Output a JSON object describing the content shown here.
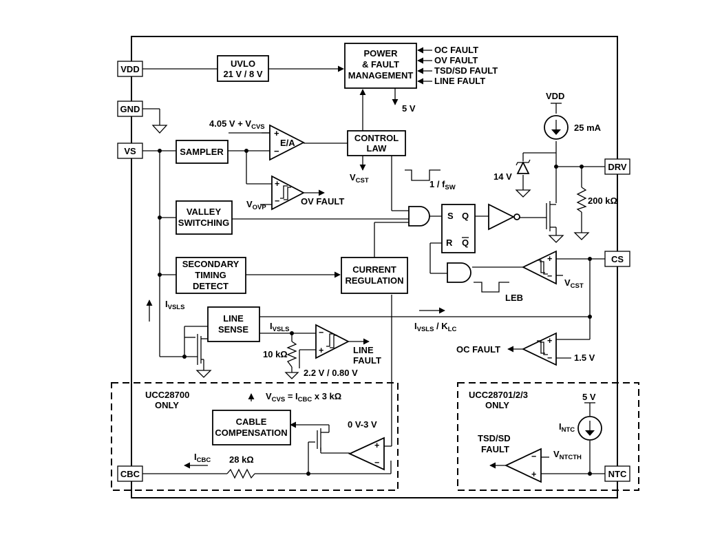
{
  "pins": {
    "vdd": "VDD",
    "gnd": "GND",
    "vs": "VS",
    "drv": "DRV",
    "cs": "CS",
    "cbc": "CBC",
    "ntc": "NTC"
  },
  "blocks": {
    "uvlo": [
      "UVLO",
      "21 V / 8 V"
    ],
    "power": [
      "POWER",
      "& FAULT",
      "MANAGEMENT"
    ],
    "control": [
      "CONTROL",
      "LAW"
    ],
    "sampler": [
      "SAMPLER"
    ],
    "valley": [
      "VALLEY",
      "SWITCHING"
    ],
    "secondary": [
      "SECONDARY",
      "TIMING",
      "DETECT"
    ],
    "current": [
      "CURRENT",
      "REGULATION"
    ],
    "line": [
      "LINE",
      "SENSE"
    ],
    "cable": [
      "CABLE",
      "COMPENSATION"
    ]
  },
  "faults": [
    "OC FAULT",
    "OV FAULT",
    "TSD/SD FAULT",
    "LINE FAULT"
  ],
  "labels": {
    "five_v": "5 V",
    "ea_ref_main": "4.05 V + V",
    "ea_ref_sub": "CVS",
    "ea": "E/A",
    "vcst_sub": "CST",
    "fsw_main": "1 / f",
    "fsw_sub": "SW",
    "vovp_sub": "OVP",
    "ov_fault": "OV FAULT",
    "vdd": "VDD",
    "current_25": "25 mA",
    "zener": "14 V",
    "r200": "200 kΩ",
    "flipflop_s": "S",
    "flipflop_q": "Q",
    "flipflop_r": "R",
    "flipflop_qbar": "Q",
    "leb": "LEB",
    "ivsls_sub": "VSLS",
    "ivsls_klc_sub": "VSLS",
    "ivsls_klc_tail": " / K",
    "ivsls_klc_tail_sub": "LC",
    "r10": "10 kΩ",
    "v22": "2.2 V / 0.80 V",
    "line_fault": [
      "LINE",
      "FAULT"
    ],
    "oc_fault": "OC FAULT",
    "v15": "1.5 V",
    "variant_a": [
      "UCC28700",
      "ONLY"
    ],
    "variant_b": [
      "UCC28701/2/3",
      "ONLY"
    ],
    "vcvs_main": "V",
    "vcvs_sub": "CVS",
    "vcvs_eq": " = I",
    "vcvs_eq_sub": "CBC",
    "vcvs_tail": " x 3 kΩ",
    "v03": "0 V-3 V",
    "icbc_sub": "CBC",
    "r28": "28 kΩ",
    "ntc_5v": "5 V",
    "intc_sub": "NTC",
    "tsd": [
      "TSD/SD",
      "FAULT"
    ],
    "vntcth_sub": "NTCTH",
    "v_letter": "V",
    "i_letter": "I"
  }
}
